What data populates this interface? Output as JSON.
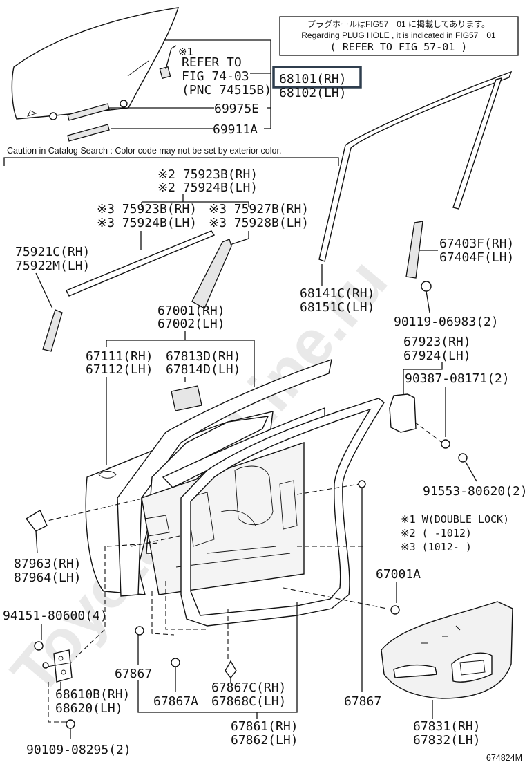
{
  "notice": {
    "line1": "プラグホールはFIG57－01 に掲載してあります。",
    "line2": "Regarding PLUG HOLE , it is indicated in FIG57－01",
    "line3": "( REFER TO FIG 57-01 )"
  },
  "caution": "Caution in Catalog Search : Color code may not be set by exterior color.",
  "refer": {
    "mark": "※1",
    "line1": "REFER TO",
    "line2": "FIG 74-03",
    "line3": "(PNC 74515B)"
  },
  "labels": {
    "p68101": "68101(RH)",
    "p68102": "68102(LH)",
    "p69975e": "69975E",
    "p69911a": "69911A",
    "p75923b_2": "※2 75923B(RH)",
    "p75924b_2": "※2 75924B(LH)",
    "p75923b_3": "※3 75923B(RH)",
    "p75924b_3": "※3 75924B(LH)",
    "p75927b_3": "※3 75927B(RH)",
    "p75928b_3": "※3 75928B(LH)",
    "p75921c": "75921C(RH)",
    "p75922m": "75922M(LH)",
    "p67001": "67001(RH)",
    "p67002": "67002(LH)",
    "p67111": "67111(RH)",
    "p67112": "67112(LH)",
    "p67813d": "67813D(RH)",
    "p67814d": "67814D(LH)",
    "p68141c": "68141C(RH)",
    "p68151c": "68151C(LH)",
    "p67403f": "67403F(RH)",
    "p67404f": "67404F(LH)",
    "p90119": "90119-06983(2)",
    "p67923": "67923(RH)",
    "p67924": "67924(LH)",
    "p90387": "90387-08171(2)",
    "p91553": "91553-80620(2)",
    "p87963": "87963(RH)",
    "p87964": "87964(LH)",
    "p67001a": "67001A",
    "p94151": "94151-80600(4)",
    "p67867_l": "67867",
    "p67867a": "67867A",
    "p67867c": "67867C(RH)",
    "p67868c": "67868C(LH)",
    "p67867_r": "67867",
    "p68610b": "68610B(RH)",
    "p68620": "68620(LH)",
    "p67861": "67861(RH)",
    "p67862": "67862(LH)",
    "p67831": "67831(RH)",
    "p67832": "67832(LH)",
    "p90109": "90109-08295(2)",
    "fig_code": "674824M"
  },
  "legend": {
    "n1": "※1 W(DOUBLE LOCK)",
    "n2": "※2 (      -1012)",
    "n3": "※3 (1012-      )"
  },
  "watermark": "Toyota-CarLine.ru",
  "colors": {
    "highlight": "#2f3e4e",
    "ink": "#111111"
  }
}
